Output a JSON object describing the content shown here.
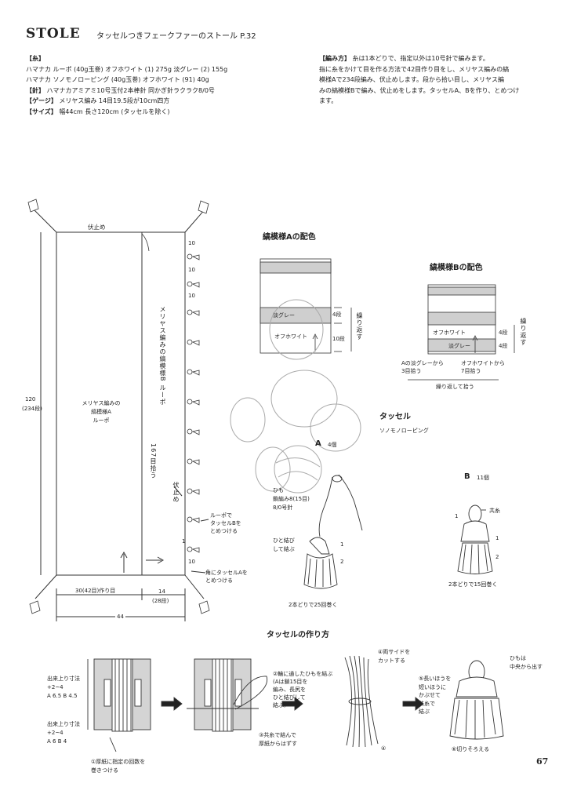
{
  "header": {
    "title": "STOLE",
    "subtitle": "タッセルつきフェークファーのストール P.32"
  },
  "spec": [
    {
      "key": "【糸】",
      "text": ""
    },
    {
      "key": "",
      "text": "ハマナカ ルーポ (40g玉巻) オフホワイト (1) 275g 淡グレー (2) 155g"
    },
    {
      "key": "",
      "text": "ハマナカ ソノモノローピング (40g玉巻) オフホワイト (91) 40g"
    },
    {
      "key": "【針】",
      "text": "ハマナカアミアミ10号玉付2本棒針 同かぎ針ラクラク8/0号"
    },
    {
      "key": "【ゲージ】",
      "text": "メリヤス編み 14目19.5段が10cm四方"
    },
    {
      "key": "【サイズ】",
      "text": "幅44cm 長さ120cm (タッセルを除く)"
    }
  ],
  "method": {
    "key": "【編み方】",
    "lines": [
      "糸は1本どりで、指定以外は10号針で編みます。",
      "指に糸をかけて目を作る方法で42目作り目をし、メリヤス編みの縞",
      "模様Aで234段編み、伏止めします。段から拾い目し、メリヤス編",
      "みの縞模様Bで編み、伏止めをします。タッセルA、Bを作り、とめつけ",
      "ます。"
    ]
  },
  "stole": {
    "top_label": "伏止め",
    "length_label": "120",
    "length_rows": "(234段)",
    "body_label": [
      "メリヤス編みの",
      "縞模様A",
      "ルーポ"
    ],
    "panel_b_label": "メリヤス編みの縞模様B ルーポ",
    "pickup_label": "167目拾う",
    "bindoff_side": "伏止め",
    "tassel_b_note": [
      "ルーポで",
      "タッセルBを",
      "とめつける"
    ],
    "tassel_a_note": [
      "角にタッセルAを",
      "とめつける"
    ],
    "cast_on_label": "30(42目)作り目",
    "panel_b_width": "14",
    "panel_b_rows": "(28段)",
    "total_width": "44",
    "num_10": "10",
    "num_1": "1"
  },
  "stripe_a": {
    "title": "縞模様Aの配色",
    "c1": "淡グレー",
    "c2": "オフホワイト",
    "r1": "4段",
    "r2": "10段",
    "repeat": "繰り返す"
  },
  "stripe_b": {
    "title": "縞模様Bの配色",
    "c1": "オフホワイト",
    "c2": "淡グレー",
    "r1": "4段",
    "r2": "4段",
    "repeat": "繰り返す",
    "note_a1": "Aの淡グレーから",
    "note_a2": "3目拾う",
    "note_b1": "オフホワイトから",
    "note_b2": "7目拾う",
    "note_c": "繰り返して拾う"
  },
  "tassel": {
    "title": "タッセル",
    "yarn": "ソノモノローピング",
    "a_label": "A",
    "a_count": "4個",
    "a_cord1": "ひも",
    "a_cord2": "鎖編み8(15目)",
    "a_cord3": "8/0号針",
    "a_tie1": "ひと結び",
    "a_tie2": "して結ぶ",
    "a_wind": "2本どりで25回巻く",
    "b_label": "B",
    "b_count": "11個",
    "b_same": "共糸",
    "b_wind": "2本どりで15回巻く",
    "num_1": "1",
    "num_2": "2"
  },
  "howto": {
    "title": "タッセルの作り方",
    "dim1": [
      "出来上り寸法",
      "+2~4",
      "A 6.5  B 4.5"
    ],
    "dim2": [
      "出来上り寸法",
      "+2~4",
      "A 6   B 4"
    ],
    "step1": [
      "①厚紙に指定の回数を",
      "巻きつける"
    ],
    "step2": [
      "②輪に通したひもを結ぶ",
      "(Aは鎖15目を",
      "編み、長尻を",
      "ひと結びして",
      "結ぶ)"
    ],
    "step3": [
      "③共糸で結んで",
      "厚紙からはずす"
    ],
    "step4": [
      "④両サイドを",
      "カットする"
    ],
    "step4b": "④",
    "step5": [
      "⑤長いほうを",
      "短いほうに",
      "かぶせて",
      "共糸で",
      "結ぶ"
    ],
    "step6": [
      "ひもは",
      "中央から出す"
    ],
    "step7": "⑥切りそろえる"
  },
  "page_number": "67"
}
